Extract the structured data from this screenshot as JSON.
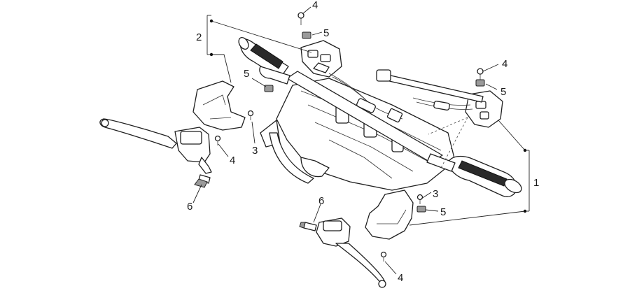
{
  "diagram": {
    "callouts": [
      {
        "id": "c1",
        "text": "1"
      },
      {
        "id": "c2",
        "text": "2"
      },
      {
        "id": "c3a",
        "text": "3"
      },
      {
        "id": "c3b",
        "text": "3"
      },
      {
        "id": "c4a",
        "text": "4"
      },
      {
        "id": "c4b",
        "text": "4"
      },
      {
        "id": "c4c",
        "text": "4"
      },
      {
        "id": "c4d",
        "text": "4"
      },
      {
        "id": "c5a",
        "text": "5"
      },
      {
        "id": "c5b",
        "text": "5"
      },
      {
        "id": "c5c",
        "text": "5"
      },
      {
        "id": "c5d",
        "text": "5"
      },
      {
        "id": "c6a",
        "text": "6"
      },
      {
        "id": "c6b",
        "text": "6"
      }
    ]
  }
}
